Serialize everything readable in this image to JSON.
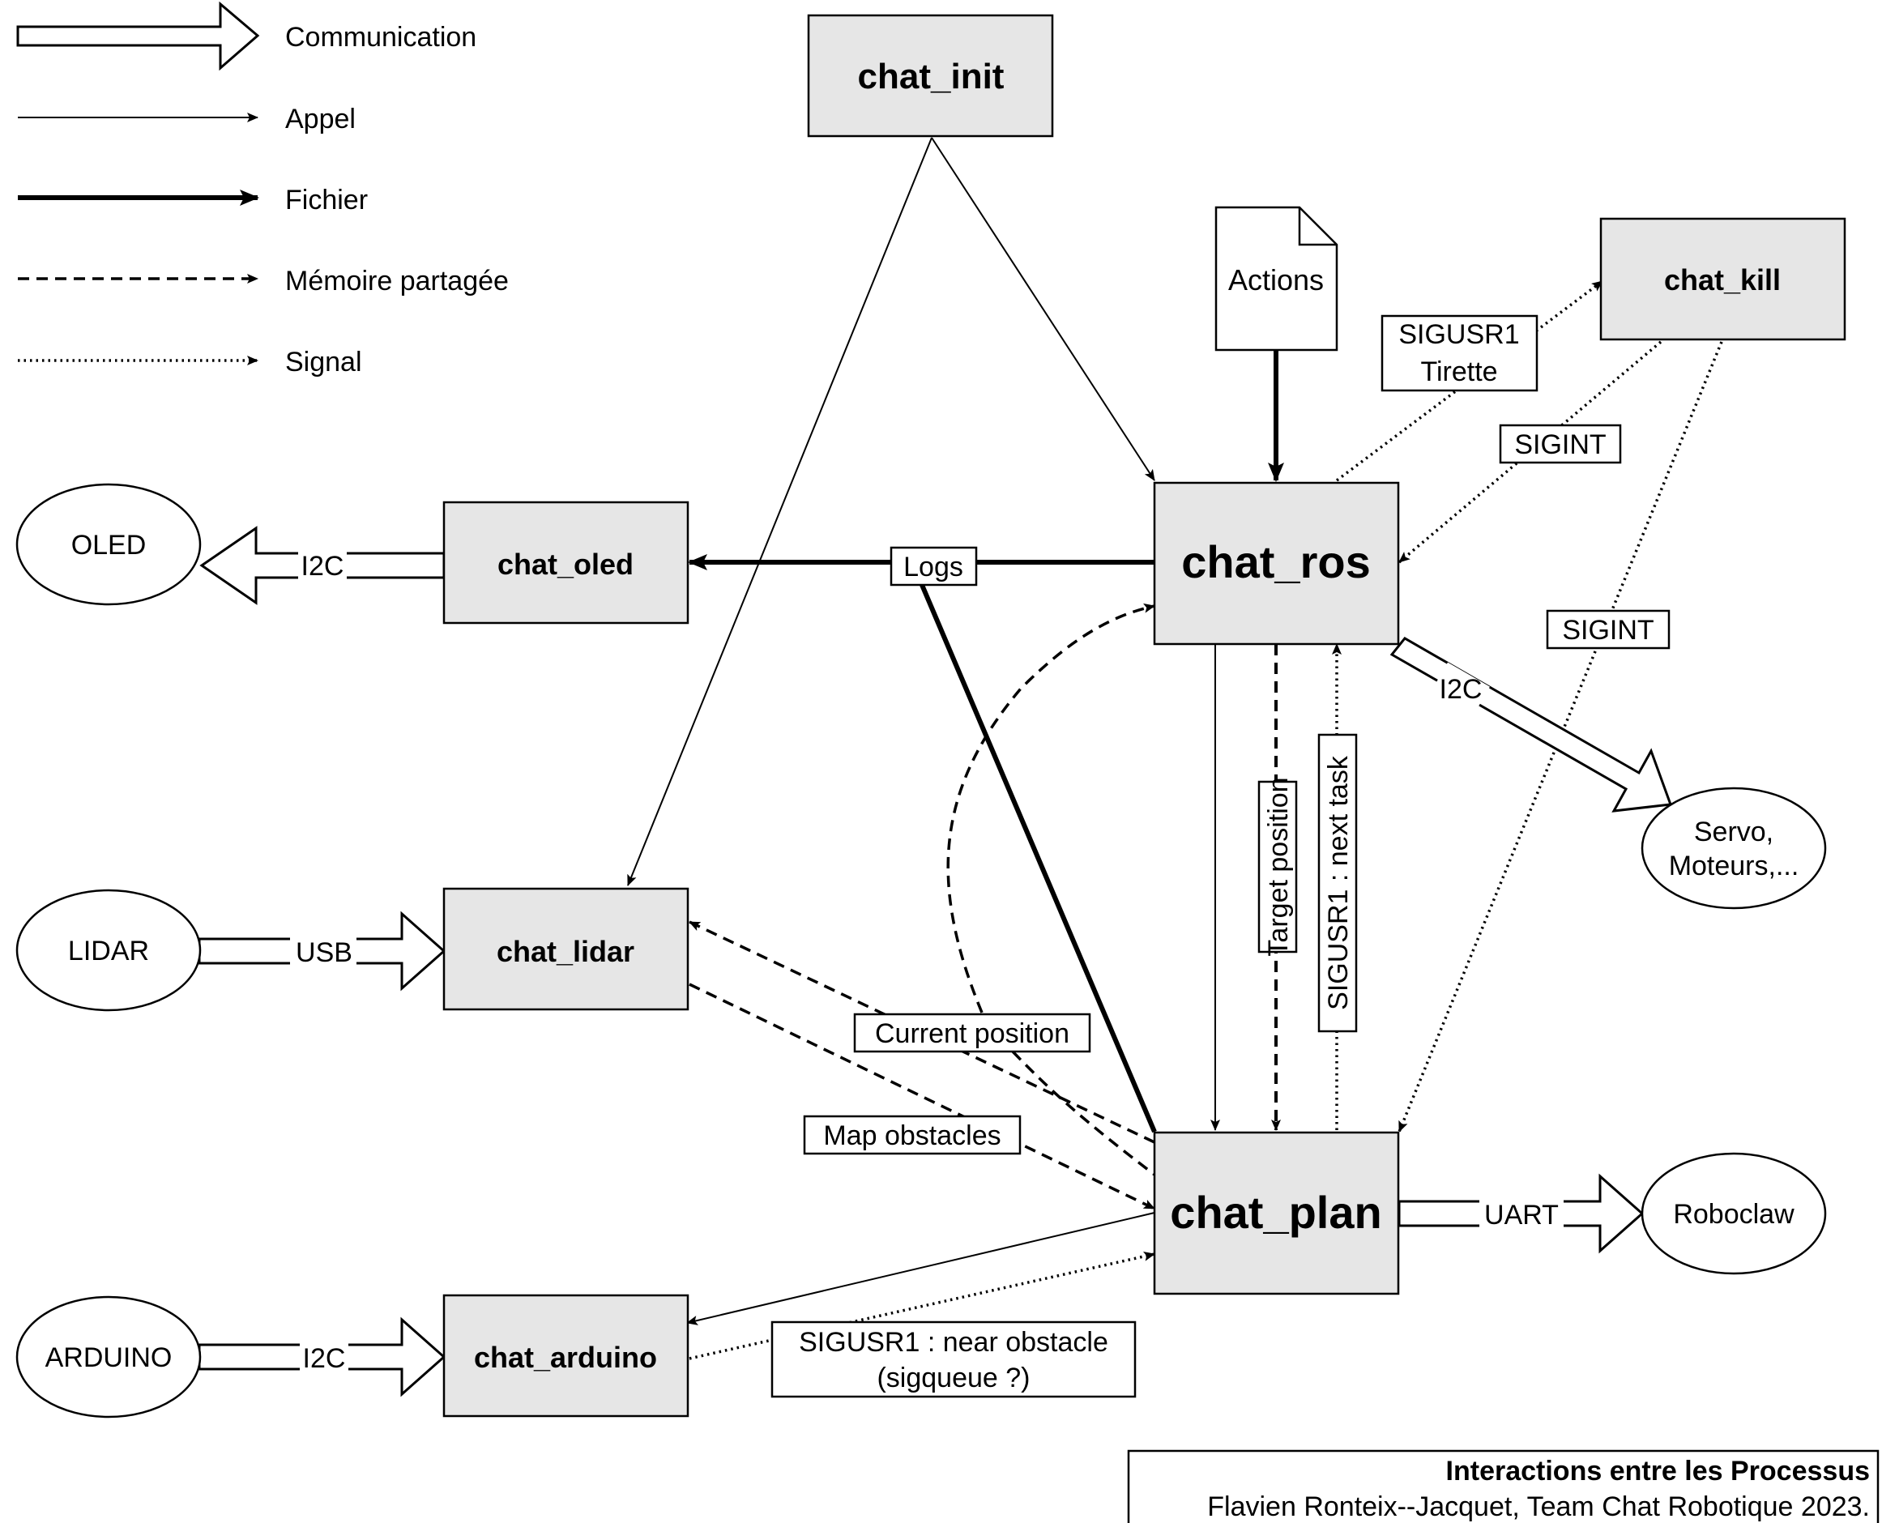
{
  "legend": {
    "communication": "Communication",
    "appel": "Appel",
    "fichier": "Fichier",
    "memoire": "Mémoire partagée",
    "signal": "Signal"
  },
  "processes": {
    "chat_init": "chat_init",
    "chat_kill": "chat_kill",
    "chat_ros": "chat_ros",
    "chat_oled": "chat_oled",
    "chat_lidar": "chat_lidar",
    "chat_plan": "chat_plan",
    "chat_arduino": "chat_arduino"
  },
  "devices": {
    "oled": "OLED",
    "lidar": "LIDAR",
    "arduino": "ARDUINO",
    "servo_line1": "Servo,",
    "servo_line2": "Moteurs,...",
    "roboclaw": "Roboclaw"
  },
  "file": {
    "actions": "Actions"
  },
  "labels": {
    "sigusr1_tirette_line1": "SIGUSR1",
    "sigusr1_tirette_line2": "Tirette",
    "sigint_1": "SIGINT",
    "sigint_2": "SIGINT",
    "logs": "Logs",
    "i2c_oled": "I2C",
    "i2c_servo": "I2C",
    "usb": "USB",
    "i2c_arduino": "I2C",
    "uart": "UART",
    "target_position": "Target position",
    "next_task": "SIGUSR1 : next task",
    "current_position": "Current position",
    "map_obstacles": "Map obstacles",
    "near_obstacle_line1": "SIGUSR1 : near obstacle",
    "near_obstacle_line2": "(sigqueue ?)"
  },
  "footer": {
    "title": "Interactions entre les Processus",
    "credit": "Flavien Ronteix--Jacquet, Team Chat Robotique 2023."
  },
  "colors": {
    "process_fill": "#e6e6e6",
    "stroke": "#000000",
    "background": "#ffffff"
  }
}
